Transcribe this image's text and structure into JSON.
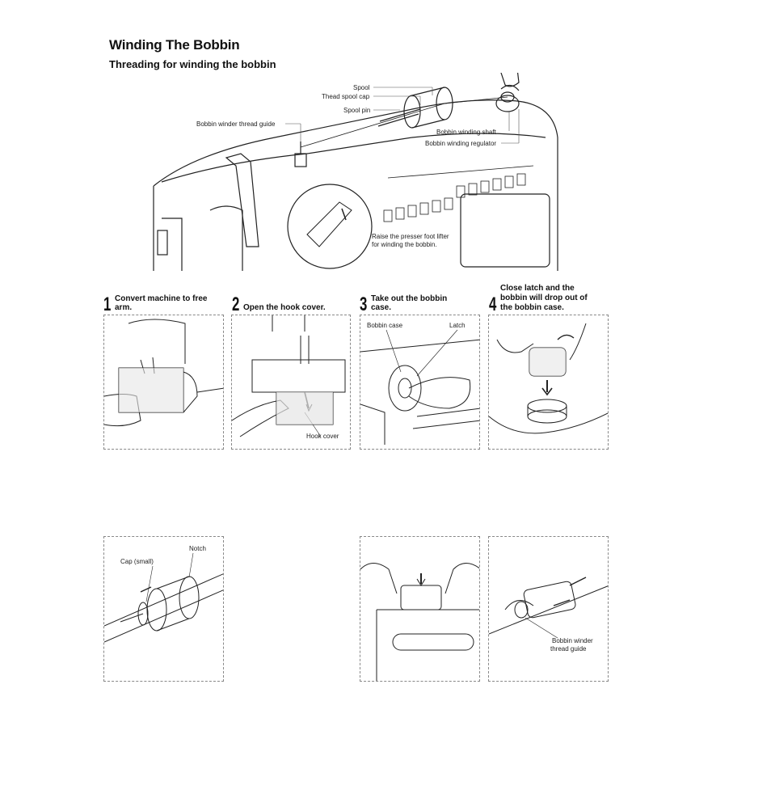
{
  "title": "Winding The Bobbin",
  "subtitle": "Threading for winding the bobbin",
  "main_callouts": {
    "spool": "Spool",
    "thread_spool_cap": "Thead spool cap",
    "spool_pin": "Spool pin",
    "bobbin_winder_thread_guide": "Bobbin winder thread guide",
    "bobbin_winding_shaft": "Bobbin winding shaft",
    "bobbin_winding_regulator": "Bobbin winding regulator",
    "presser_foot_note_1": "Raise the presser foot lifter",
    "presser_foot_note_2": "for winding the bobbin."
  },
  "steps": [
    {
      "number": "1",
      "line1": "Convert machine to free",
      "line2": "arm."
    },
    {
      "number": "2",
      "line1": "Open the hook cover.",
      "line2": ""
    },
    {
      "number": "3",
      "line1": "Take out the bobbin",
      "line2": "case."
    },
    {
      "number": "4",
      "line1": "Close latch and the",
      "line2": "bobbin will drop out of",
      "line3": "the bobbin case."
    }
  ],
  "panel_labels": {
    "hook_cover": "Hook cover",
    "bobbin_case": "Bobbin case",
    "latch": "Latch",
    "notch": "Notch",
    "cap_small": "Cap (small)",
    "thread_guide_1": "Bobbin winder",
    "thread_guide_2": "thread guide"
  }
}
